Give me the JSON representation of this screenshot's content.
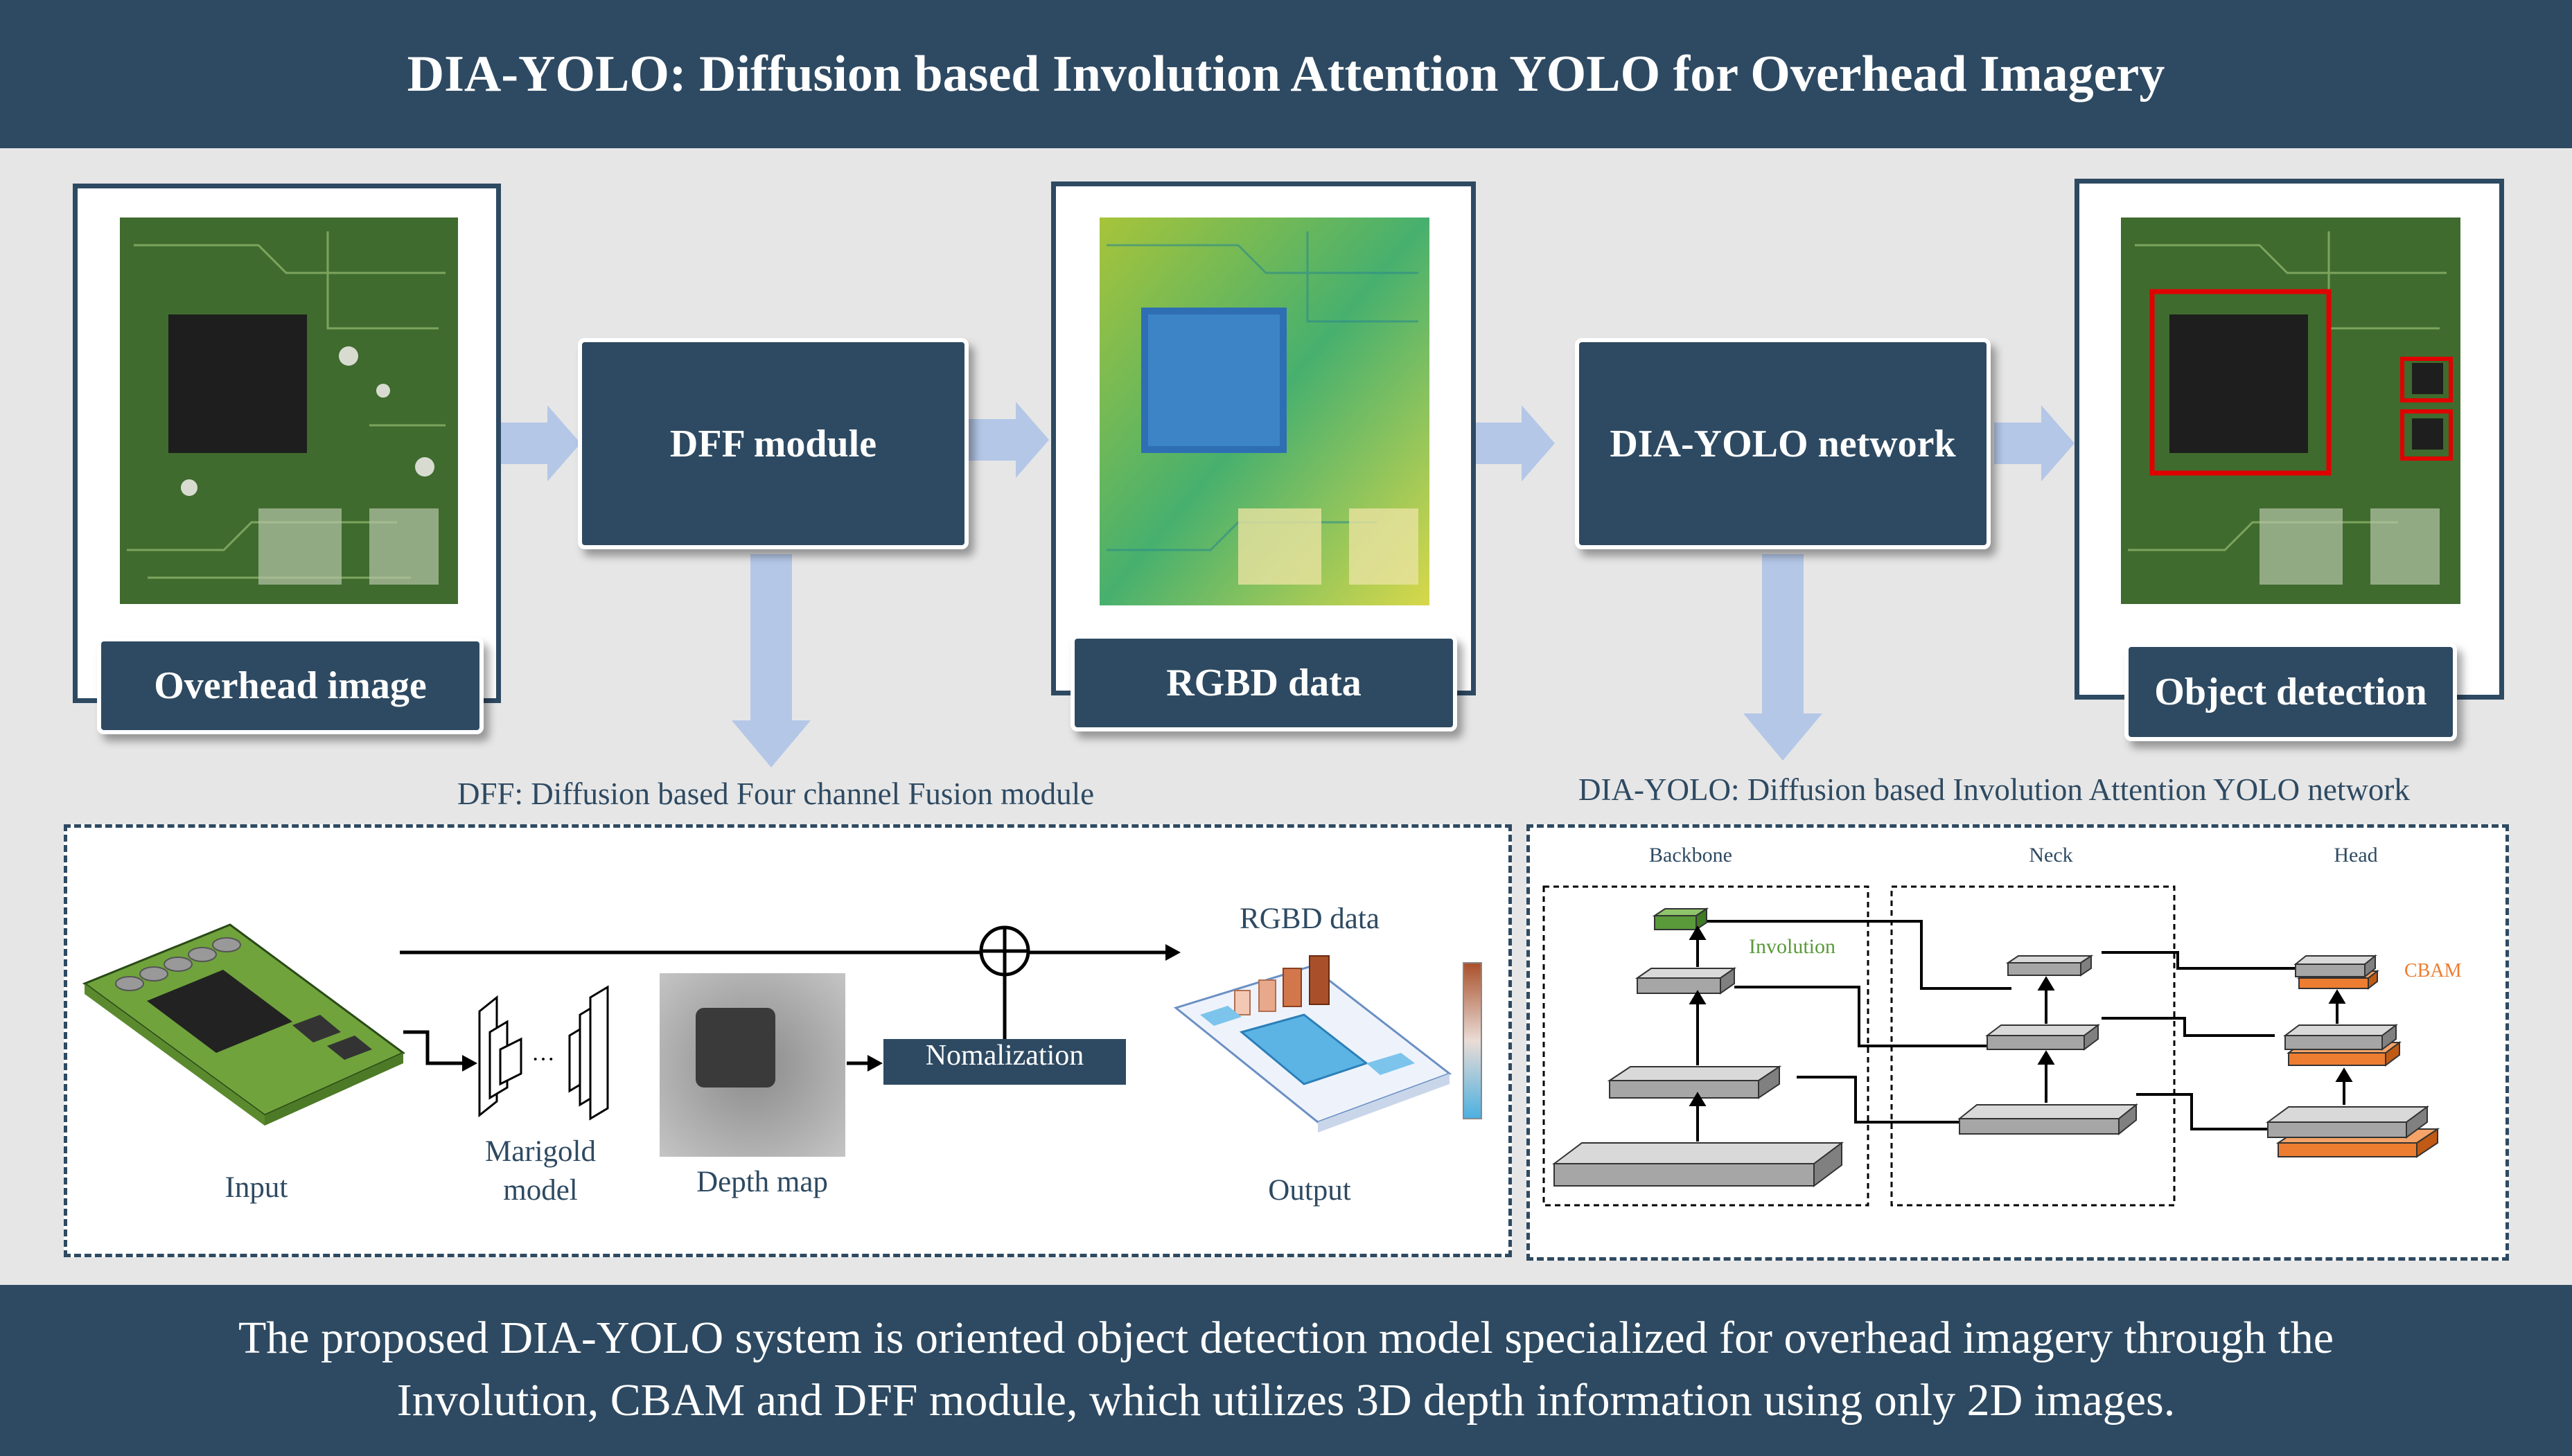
{
  "title": "DIA-YOLO: Diffusion based Involution Attention YOLO for Overhead Imagery",
  "pipeline": {
    "overhead_label": "Overhead image",
    "dff_label": "DFF module",
    "rgbd_label": "RGBD data",
    "network_label": "DIA-YOLO network",
    "detection_label": "Object detection"
  },
  "captions": {
    "dff": "DFF: Diffusion based Four channel Fusion module",
    "diayolo": "DIA-YOLO: Diffusion based Involution Attention YOLO network"
  },
  "dff_diagram": {
    "input": "Input",
    "marigold_line1": "Marigold",
    "marigold_line2": "model",
    "depth_map": "Depth map",
    "normalization": "Nomalization",
    "rgbd": "RGBD data",
    "output": "Output"
  },
  "network_diagram": {
    "backbone": "Backbone",
    "neck": "Neck",
    "head": "Head",
    "involution": "Involution",
    "cbam": "CBAM"
  },
  "footer": {
    "line1": "The proposed DIA-YOLO system is oriented object detection model specialized for overhead imagery through the",
    "line2": "Involution, CBAM and DFF module, which utilizes 3D depth information using only 2D images."
  },
  "colors": {
    "navy": "#2e4a62",
    "arrow": "#b4c7e7",
    "involution_green": "#5a9a3a",
    "cbam_orange": "#ed7d31",
    "detection_box": "#e00000"
  }
}
